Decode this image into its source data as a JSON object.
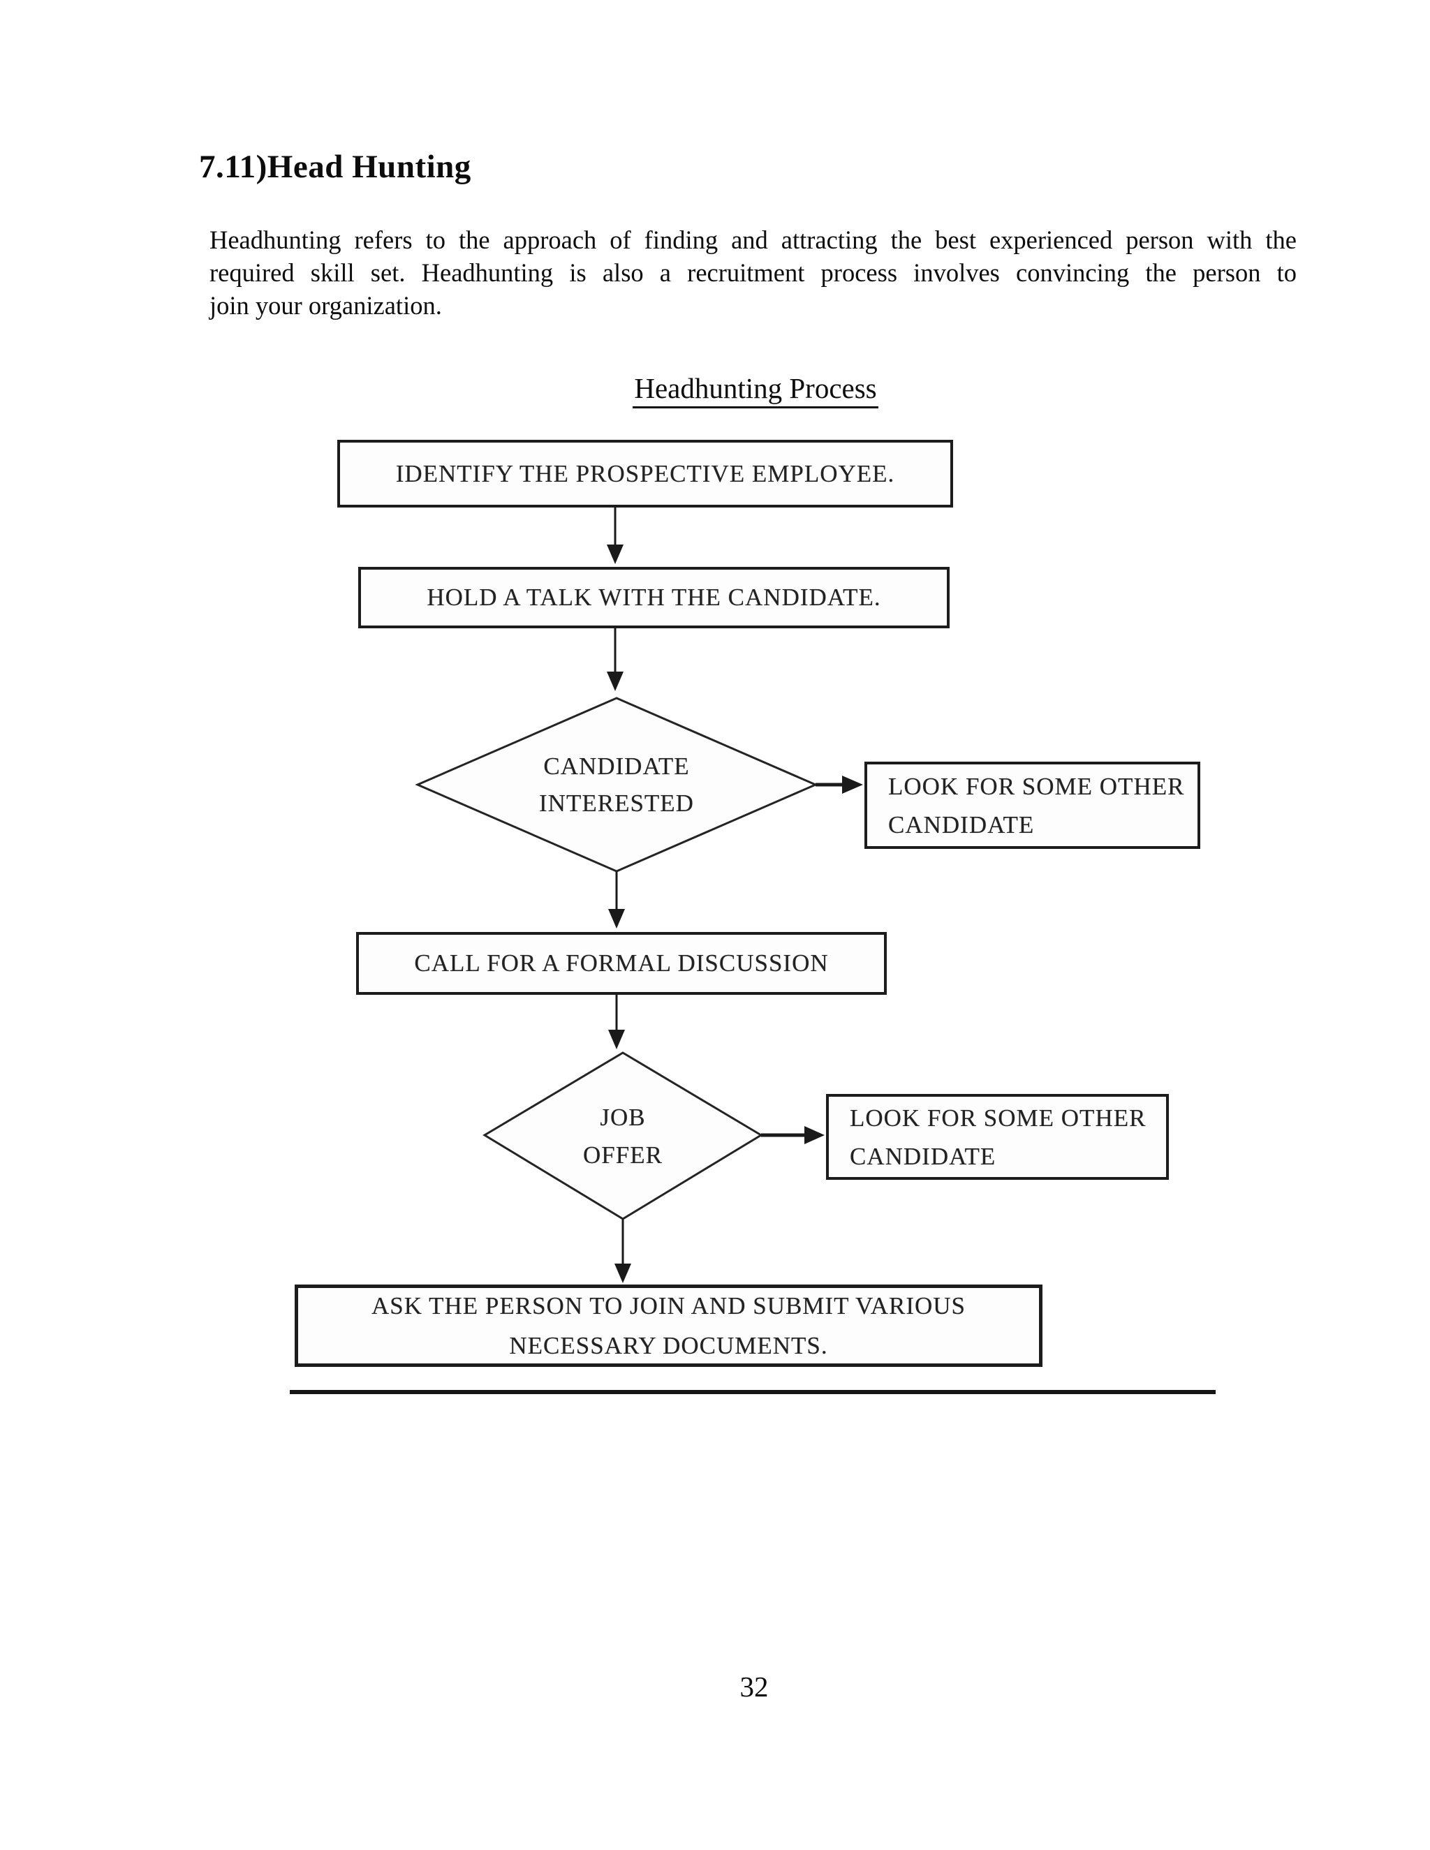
{
  "document": {
    "section_title": "7.11)Head Hunting",
    "paragraph_lines": [
      "Headhunting refers to the approach of finding and attracting the best experienced person with the",
      "required skill set. Headhunting is also a recruitment process involves convincing the person to",
      "join your organization."
    ],
    "page_number": "32"
  },
  "flowchart": {
    "title": "Headhunting Process",
    "nodes": {
      "identify": {
        "label": "IDENTIFY THE PROSPECTIVE EMPLOYEE."
      },
      "hold_talk": {
        "label": "HOLD A TALK WITH THE CANDIDATE."
      },
      "candidate_interested": {
        "lines": [
          "CANDIDATE",
          "INTERESTED"
        ]
      },
      "look_other_1": {
        "lines": [
          "LOOK FOR SOME OTHER",
          "CANDIDATE"
        ]
      },
      "call_discussion": {
        "label": "CALL FOR A FORMAL DISCUSSION"
      },
      "job_offer": {
        "lines": [
          "JOB",
          "OFFER"
        ]
      },
      "look_other_2": {
        "lines": [
          "LOOK FOR SOME OTHER",
          "CANDIDATE"
        ]
      },
      "ask_join": {
        "lines": [
          "ASK THE PERSON TO JOIN AND SUBMIT VARIOUS",
          "NECESSARY DOCUMENTS."
        ]
      }
    },
    "colors": {
      "ink": "#1c1c1c",
      "paper": "#ffffff"
    }
  }
}
